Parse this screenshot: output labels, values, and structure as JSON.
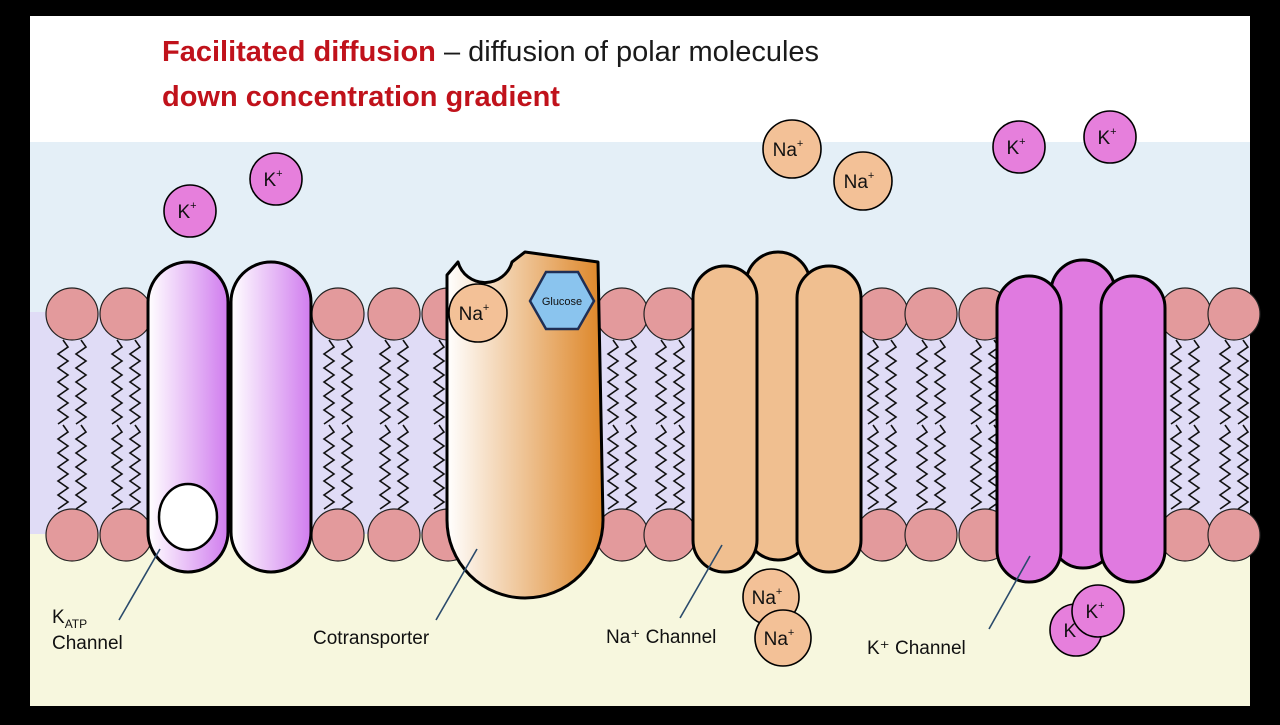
{
  "title": {
    "emphasis": "Facilitated diffusion",
    "rest": " – diffusion of polar molecules",
    "line2": "down concentration gradient"
  },
  "ions": {
    "potassium": "K",
    "sodium": "Na",
    "plus": "+"
  },
  "glucose_label": "Glucose",
  "labels": {
    "katp_k": "K",
    "katp_sub": "ATP",
    "katp_channel": "Channel",
    "cotransporter": "Cotransporter",
    "na_channel": "Na⁺ Channel",
    "k_channel": "K⁺ Channel"
  },
  "colors": {
    "background_frame": "#000000",
    "extracellular": "#e4eff7",
    "intracellular": "#f7f7de",
    "membrane_core": "#e0dcf6",
    "phospholipid_head": "#e39a9c",
    "katp_channel": "#d98af0",
    "cotransporter": "#e38c2f",
    "na_channel": "#f0bf90",
    "k_channel": "#e07ae0",
    "k_ion": "#e67fdc",
    "na_ion": "#f3c197",
    "glucose": "#8ac4ee",
    "title_red": "#c0121b"
  }
}
